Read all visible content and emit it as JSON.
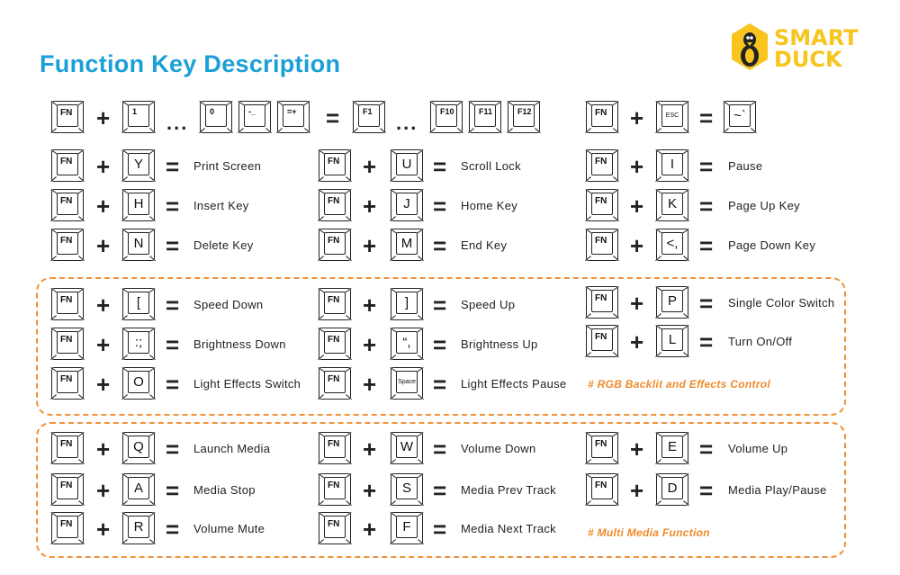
{
  "title": "Function Key Description",
  "logo": {
    "line1": "SMART",
    "line2": "DUCK",
    "icon": "duck-logo-icon",
    "color": "#f7c51e"
  },
  "keys": {
    "fn": "FN",
    "one": "1",
    "zero": "0",
    "minus": "-_",
    "equal": "=+",
    "f1": "F1",
    "f10": "F10",
    "f11": "F11",
    "f12": "F12",
    "esc": "ESC",
    "tilde": "~`",
    "y": "Y",
    "h": "H",
    "n": "N",
    "u": "U",
    "j": "J",
    "m": "M",
    "i": "I",
    "k": "K",
    "comma": "<,",
    "lbracket": "[",
    "semicolon": ":;",
    "o": "O",
    "rbracket": "]",
    "quote": "“,",
    "space": "Space",
    "p": "P",
    "l": "L",
    "q": "Q",
    "a": "A",
    "r": "R",
    "w": "W",
    "s": "S",
    "f": "F",
    "e": "E",
    "d": "D"
  },
  "symbols": {
    "plus": "+",
    "equals": "=",
    "ellipsis": "..."
  },
  "descriptions": {
    "print_screen": "Print Screen",
    "insert_key": "Insert Key",
    "delete_key": "Delete Key",
    "scroll_lock": "Scroll Lock",
    "home_key": "Home Key",
    "end_key": "End Key",
    "pause": "Pause",
    "page_up": "Page Up Key",
    "page_down": "Page Down Key",
    "speed_down": "Speed Down",
    "brightness_down": "Brightness Down",
    "light_effects_switch": "Light Effects Switch",
    "speed_up": "Speed Up",
    "brightness_up": "Brightness Up",
    "light_effects_pause": "Light Effects Pause",
    "single_color_switch": "Single Color Switch",
    "turn_on_off": "Turn On/Off",
    "launch_media": "Launch Media",
    "media_stop": "Media Stop",
    "volume_mute": "Volume Mute",
    "volume_down": "Volume Down",
    "media_prev": "Media Prev Track",
    "media_next": "Media Next Track",
    "volume_up": "Volume Up",
    "media_play_pause": "Media Play/Pause"
  },
  "notes": {
    "rgb": "# RGB Backlit and Effects Control",
    "media": "# Multi Media Function"
  },
  "colors": {
    "title": "#1a9fd6",
    "accent": "#f0923a"
  }
}
